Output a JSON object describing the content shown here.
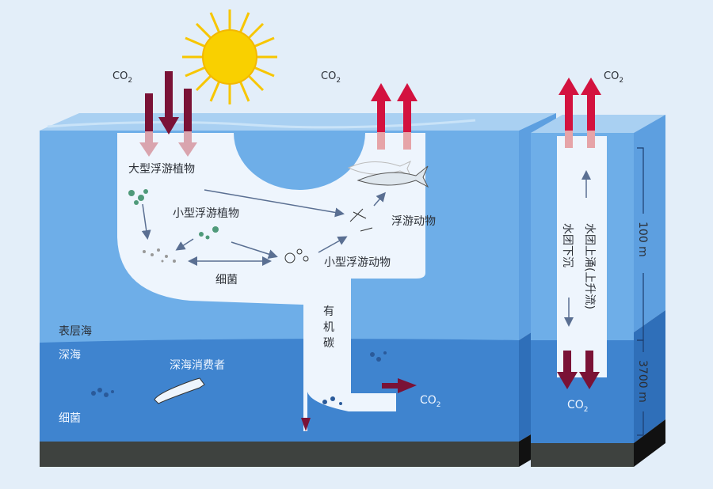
{
  "labels": {
    "co2": "CO",
    "co2_sub": "2",
    "macro_phytoplankton": "大型浮游植物",
    "small_phytoplankton": "小型浮游植物",
    "bacteria_surface": "细菌",
    "zooplankton": "浮游动物",
    "small_zooplankton": "小型浮游动物",
    "organic_carbon_1": "有",
    "organic_carbon_2": "机",
    "organic_carbon_3": "碳",
    "surface_ocean": "表层海",
    "deep_ocean": "深海",
    "deep_consumers": "深海消费者",
    "bacteria_deep": "细菌",
    "downwelling": "水团下沉",
    "upwelling": "水团上涌(上升流)",
    "depth_100": "100 m",
    "depth_3700": "3700 m"
  },
  "colors": {
    "background": "#e3eef9",
    "surface_water": "#6eaee8",
    "deep_water": "#3f84cf",
    "sediment": "#3e423f",
    "co2_down_arrow": "#7a1236",
    "co2_up_arrow": "#d3123f",
    "sun": "#f7c600"
  }
}
